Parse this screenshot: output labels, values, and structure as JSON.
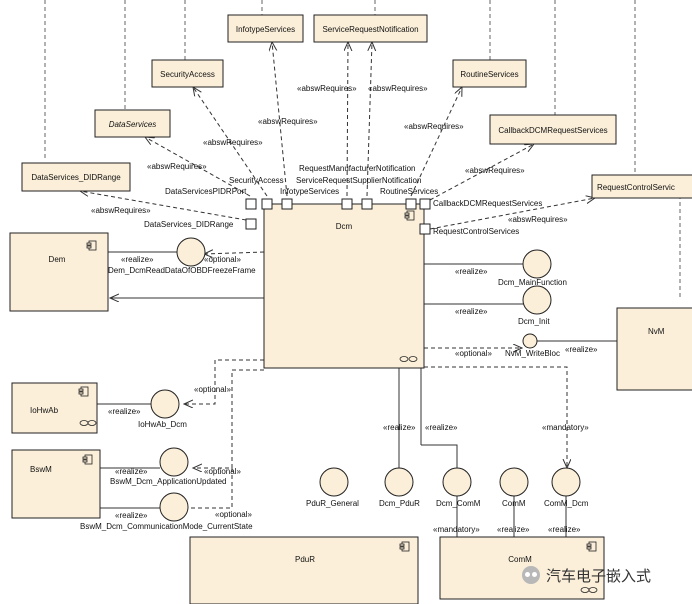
{
  "colors": {
    "box_fill": "#fbefd9",
    "box_stroke": "#222222",
    "line": "#333333",
    "bg": "#ffffff"
  },
  "components": {
    "dcm": "Dcm",
    "dem": "Dem",
    "iohwab": "IoHwAb",
    "bswm": "BswM",
    "pdur": "PduR",
    "comm": "ComM",
    "nvm": "NvM"
  },
  "interfaces": {
    "security_access": "SecurityAccess",
    "infotype_services": "InfotypeServices",
    "service_request_notification": "ServiceRequestNotification",
    "routine_services": "RoutineServices",
    "data_services": "DataServices",
    "callback_dcm_request_services": "CallbackDCMRequestServices",
    "data_services_didrange": "DataServices_DIDRange",
    "request_control_services": "RequestControlServic"
  },
  "ports": {
    "security_access": "SecurityAccess",
    "infotype_services": "InfotypeServices",
    "request_manufacturer_notification": "RequestManufacturerNotification",
    "service_request_supplier_notification": "ServiceRequestSupplierNotification",
    "routine_services": "RoutineServices",
    "data_services_pidr_port": "DataServicesPIDRPort",
    "callback_dcm_request_services": "CallbackDCMRequestServices",
    "data_services_didrange": "DataServices_DIDRange",
    "request_control_services": "RequestControlServices"
  },
  "provided_interfaces": {
    "dem_dcm_read_data": "Dem_DcmReadDataOfOBDFreezeFrame",
    "dcm_main_function": "Dcm_MainFunction",
    "dcm_init": "Dcm_Init",
    "nvm_write_block": "NvM_WriteBloc",
    "iohwab_dcm": "IoHwAb_Dcm",
    "bswm_dcm_application_updated": "BswM_Dcm_ApplicationUpdated",
    "bswm_dcm_communication_mode": "BswM_Dcm_CommunicationMode_CurrentState",
    "pdur_general": "PduR_General",
    "dcm_pdur": "Dcm_PduR",
    "dcm_comm": "Dcm_ComM",
    "comm": "ComM",
    "comm_dcm": "ComM_Dcm"
  },
  "stereotypes": {
    "absw_requires": "«abswRequires»",
    "realize": "«realize»",
    "optional": "«optional»",
    "mandatory": "«mandatory»"
  },
  "watermark": "汽车电子嵌入式"
}
